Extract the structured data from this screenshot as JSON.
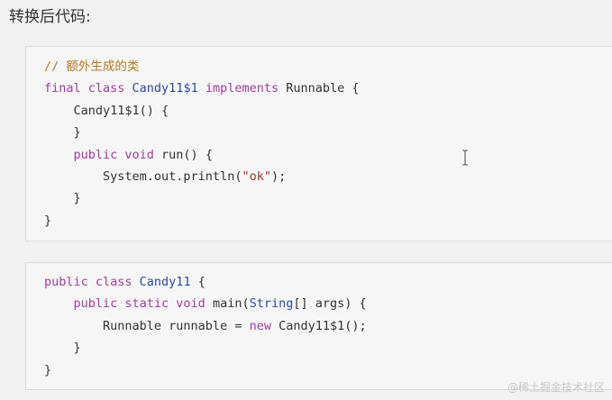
{
  "heading": "转换后代码:",
  "colors": {
    "keyword": "#a03d9e",
    "type": "#2b4aa0",
    "comment": "#b37a1f",
    "string": "#a8342b",
    "text": "#333333",
    "background": "#f1f1f1",
    "block_background": "#f6f6f6"
  },
  "code_blocks": [
    {
      "lines": [
        [
          {
            "t": "// 额外生成的类",
            "c": "comment"
          }
        ],
        [
          {
            "t": "final class ",
            "c": "keyword"
          },
          {
            "t": "Candy11$1",
            "c": "type"
          },
          {
            "t": " implements ",
            "c": "keyword"
          },
          {
            "t": "Runnable {",
            "c": "text"
          }
        ],
        [
          {
            "t": "    Candy11$1() {",
            "c": "text"
          }
        ],
        [
          {
            "t": "    }",
            "c": "text"
          }
        ],
        [
          {
            "t": "    public void ",
            "c": "keyword"
          },
          {
            "t": "run() {",
            "c": "text"
          }
        ],
        [
          {
            "t": "        System.out.println(",
            "c": "text"
          },
          {
            "t": "\"ok\"",
            "c": "string"
          },
          {
            "t": ");",
            "c": "text"
          }
        ],
        [
          {
            "t": "    }",
            "c": "text"
          }
        ],
        [
          {
            "t": "}",
            "c": "text"
          }
        ]
      ]
    },
    {
      "lines": [
        [
          {
            "t": "public class ",
            "c": "keyword"
          },
          {
            "t": "Candy11",
            "c": "type"
          },
          {
            "t": " {",
            "c": "text"
          }
        ],
        [
          {
            "t": "    public static void ",
            "c": "keyword"
          },
          {
            "t": "main(",
            "c": "text"
          },
          {
            "t": "String",
            "c": "type"
          },
          {
            "t": "[] args) {",
            "c": "text"
          }
        ],
        [
          {
            "t": "        Runnable runnable = ",
            "c": "text"
          },
          {
            "t": "new ",
            "c": "keyword"
          },
          {
            "t": "Candy11$1();",
            "c": "text"
          }
        ],
        [
          {
            "t": "    }",
            "c": "text"
          }
        ],
        [
          {
            "t": "}",
            "c": "text"
          }
        ]
      ]
    }
  ],
  "cursor_icon": "text-cursor-icon",
  "watermark": "@稀土掘金技术社区"
}
